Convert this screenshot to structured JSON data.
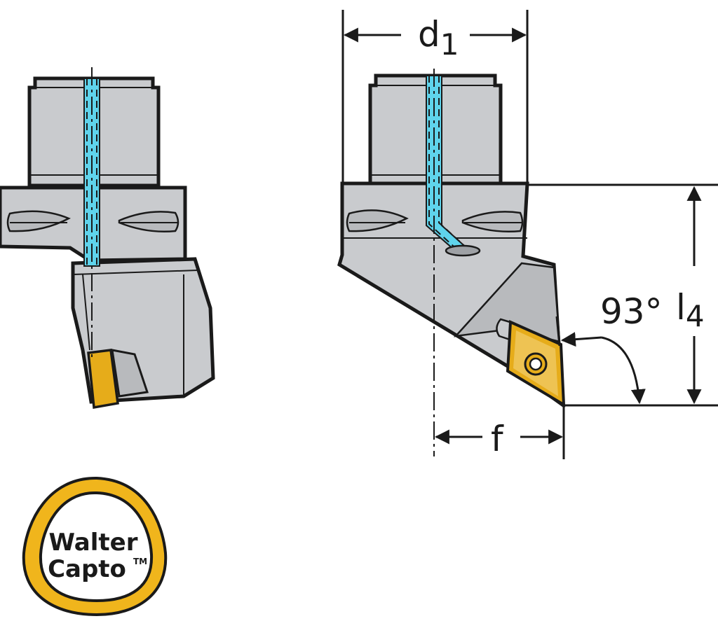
{
  "colors": {
    "body": "#c9cbce",
    "body_dark": "#b8babd",
    "outline": "#1a1a1a",
    "coolant": "#5fd4ec",
    "insert_gold": "#e6ac1a",
    "insert_light": "#f3d27a",
    "logo_ring": "#f0b51c",
    "background": "#ffffff"
  },
  "dimensions": {
    "d1": {
      "main": "d",
      "sub": "1"
    },
    "l4": {
      "main": "l",
      "sub": "4"
    },
    "f": "f",
    "angle": "93°"
  },
  "logo": {
    "line1": "Walter",
    "line2": "Capto",
    "trademark": "TM"
  }
}
